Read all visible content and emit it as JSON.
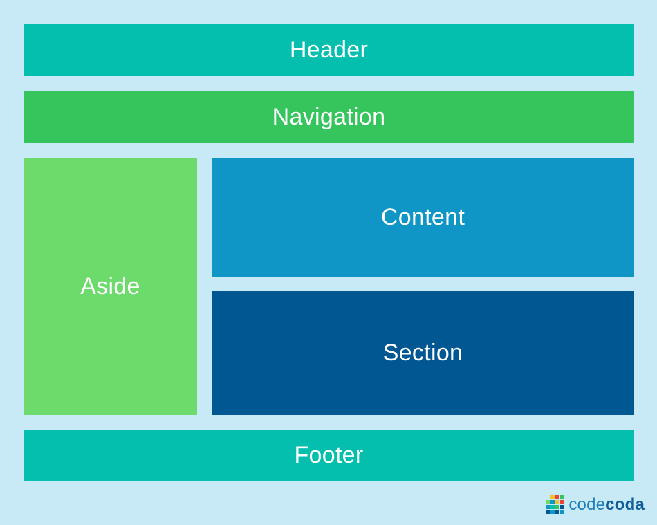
{
  "layout_blocks": {
    "header": {
      "label": "Header",
      "color": "#05bfae"
    },
    "navigation": {
      "label": "Navigation",
      "color": "#36c45d"
    },
    "aside": {
      "label": "Aside",
      "color": "#6ddb6c"
    },
    "content": {
      "label": "Content",
      "color": "#0f96c6"
    },
    "section": {
      "label": "Section",
      "color": "#005791"
    },
    "footer": {
      "label": "Footer",
      "color": "#05bfae"
    }
  },
  "branding": {
    "light_text": "code",
    "bold_text": "coda",
    "logo_icon": "colored-squares-logo-icon"
  }
}
